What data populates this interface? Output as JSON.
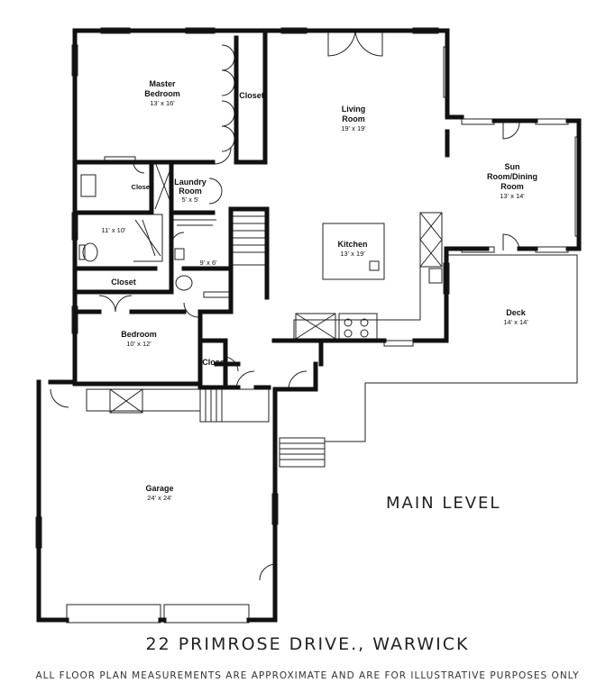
{
  "rooms": {
    "master_bedroom": {
      "name_line1": "Master",
      "name_line2": "Bedroom",
      "dims": "13' x 16'"
    },
    "closet_master": {
      "name": "Closet"
    },
    "living_room": {
      "name_line1": "Living",
      "name_line2": "Room",
      "dims": "19' x 19'"
    },
    "sun_room": {
      "name_line1": "Sun",
      "name_line2": "Room/Dining",
      "name_line3": "Room",
      "dims": "13' x 14'"
    },
    "laundry": {
      "name_line1": "Laundry",
      "name_line2": "Room",
      "dims": "5' x 5'"
    },
    "closet_bath": {
      "name": "Closet"
    },
    "bath_main": {
      "dims": "11' x 10'"
    },
    "bath_small": {
      "dims": "9' x 6'"
    },
    "kitchen": {
      "name": "Kitchen",
      "dims": "13' x 19'"
    },
    "closet_hall": {
      "name": "Closet"
    },
    "bedroom": {
      "name": "Bedroom",
      "dims": "10' x 12'"
    },
    "closet_entry": {
      "name": "Closet"
    },
    "deck": {
      "name": "Deck",
      "dims": "14' x 14'"
    },
    "garage": {
      "name": "Garage",
      "dims": "24' x 24'"
    }
  },
  "level_label": "MAIN LEVEL",
  "address": "22 PRIMROSE DRIVE., WARWICK",
  "disclaimer": "ALL FLOOR PLAN MEASUREMENTS ARE APPROXIMATE AND ARE FOR ILLUSTRATIVE PURPOSES ONLY"
}
